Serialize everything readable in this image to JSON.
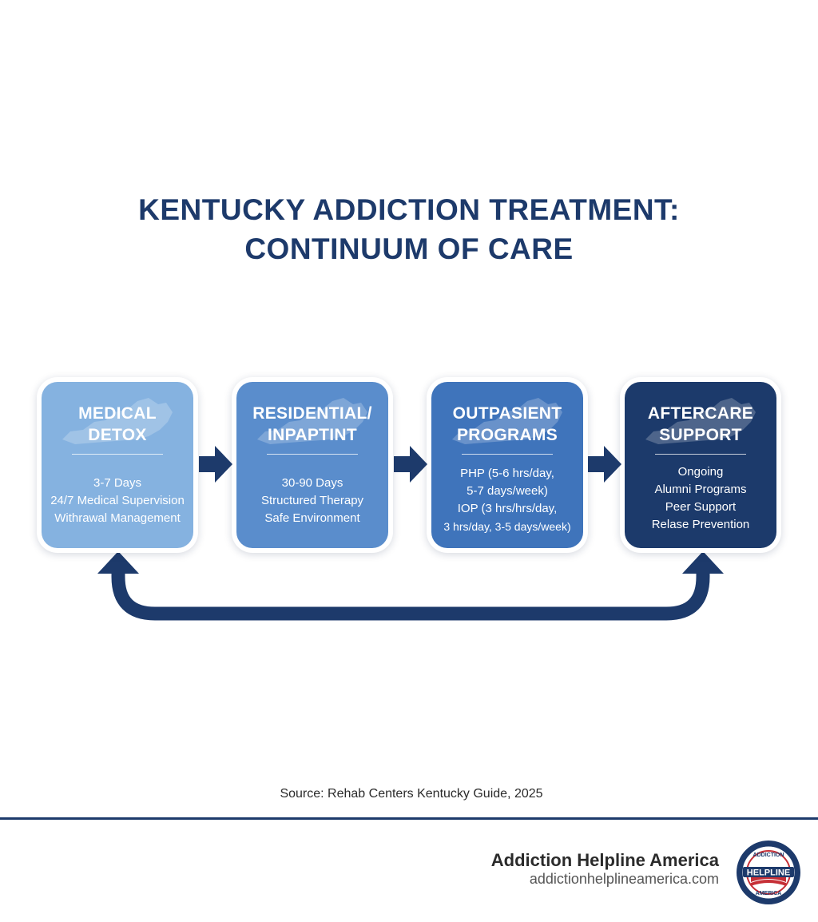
{
  "title": {
    "line1": "KENTUCKY ADDICTION TREATMENT:",
    "line2": "CONTINUUM OF CARE"
  },
  "stages": [
    {
      "title_line1": "MEDICAL",
      "title_line2": "DETOX",
      "color": "#85b2e0",
      "details": [
        "3-7 Days",
        "24/7 Medical Supervision",
        "Withrawal Management"
      ]
    },
    {
      "title_line1": "RESIDENTIAL/",
      "title_line2": "INPAPTINT",
      "color": "#5a8dcc",
      "details": [
        "30-90 Days",
        "Structured Therapy",
        "Safe Environment"
      ]
    },
    {
      "title_line1": "OUTPASIENT",
      "title_line2": "PROGRAMS",
      "color": "#3f74bb",
      "details": [
        "PHP (5-6 hrs/day,",
        "5-7 days/week)",
        "IOP (3 hrs/hrs/day,",
        "3 hrs/day, 3-5 days/week)"
      ]
    },
    {
      "title_line1": "AFTERCARE",
      "title_line2": "SUPPORT",
      "color": "#1c3a6b",
      "details": [
        "Ongoing",
        "Alumni Programs",
        "Peer Support",
        "Relase Prevention"
      ]
    }
  ],
  "colors": {
    "arrow": "#1d3a6b",
    "title": "#1d3a6b"
  },
  "icons": {
    "stage_background": "kentucky-map-icon",
    "flow": "right-arrow-icon",
    "cycle": "u-turn-loop-arrow-icon",
    "brand": "helpline-badge-icon"
  },
  "source": "Source: Rehab Centers Kentucky Guide, 2025",
  "brand": {
    "name": "Addiction Helpline America",
    "url": "addictionhelplineamerica.com",
    "logo_text_top": "ADDICTION",
    "logo_text_mid": "HELPLINE",
    "logo_text_bottom": "AMERICA"
  }
}
